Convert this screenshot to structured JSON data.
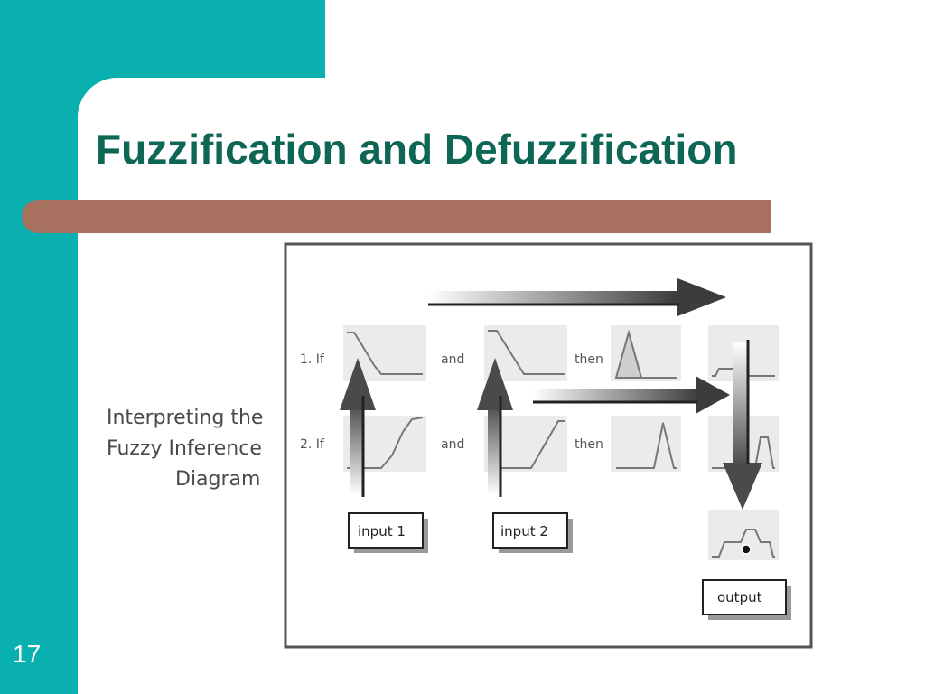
{
  "slide": {
    "title": "Fuzzification and Defuzzification",
    "number": "17",
    "colors": {
      "teal": "#0ab0b0",
      "title": "#0e6655",
      "accent_bar": "#a8705f"
    }
  },
  "caption": {
    "line1": "Interpreting the",
    "line2": "Fuzzy Inference",
    "line3": "Diagram"
  },
  "diagram": {
    "rule1_if": "1. If",
    "rule2_if": "2. If",
    "and": "and",
    "then": "then",
    "input1": "input 1",
    "input2": "input 2",
    "output": "output"
  }
}
